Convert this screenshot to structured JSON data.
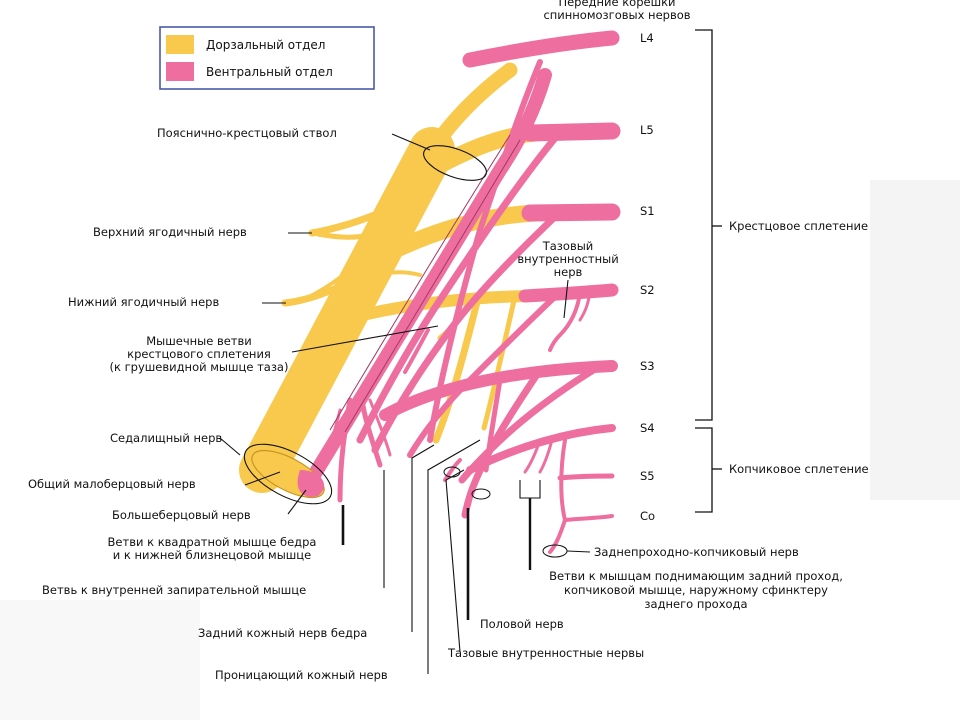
{
  "legend": {
    "dorsal": "Дорзальный отдел",
    "ventral": "Вентральный отдел"
  },
  "colors": {
    "dorsal": "#f9c94e",
    "ventral": "#ee6f9f",
    "ink": "#111111"
  },
  "header": {
    "line1": "Передние корешки",
    "line2": "спинномозговых нервов"
  },
  "roots": [
    "L4",
    "L5",
    "S1",
    "S2",
    "S3",
    "S4",
    "S5",
    "Co"
  ],
  "groups": {
    "sacral": "Крестцовое сплетение",
    "coccygeal": "Копчиковое сплетение"
  },
  "labels": {
    "lumbosacral_trunk": "Пояснично-крестцовый ствол",
    "superior_gluteal": "Верхний ягодичный нерв",
    "inferior_gluteal": "Нижний ягодичный нерв",
    "muscular_1": "Мышечные ветви",
    "muscular_2": "крестцового сплетения",
    "muscular_3": "(к грушевидной мышце таза)",
    "pelvic_splanchnic_1": "Тазовый",
    "pelvic_splanchnic_2": "внутренностный",
    "pelvic_splanchnic_3": "нерв",
    "sciatic": "Седалищный нерв",
    "common_peroneal": "Общий малоберцовый нерв",
    "tibial": "Большеберцовый нерв",
    "quadratus_1": "Ветви к квадратной мышце бедра",
    "quadratus_2": "и к нижней близнецовой мышце",
    "obturator_internus": "Ветвь к внутренней запирательной мышце",
    "post_femoral_cutaneous": "Задний кожный нерв бедра",
    "perforating_cutaneous": "Проницающий кожный нерв",
    "pudendal": "Половой нерв",
    "pelvic_splanchnic_nerves": "Тазовые внутренностные нервы",
    "anococcygeal": "Заднепроходно-копчиковый нерв",
    "levator_1": "Ветви к мышцам поднимающим задний проход,",
    "levator_2": "копчиковой мышце, наружному сфинктеру",
    "levator_3": "заднего прохода"
  }
}
